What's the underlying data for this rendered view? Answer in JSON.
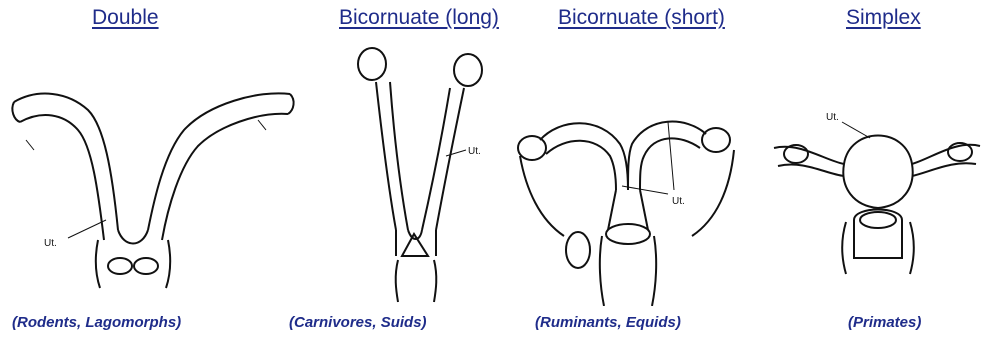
{
  "colors": {
    "heading": "#1f2c8a",
    "ink": "#111111"
  },
  "panels": [
    {
      "title": "Double",
      "caption": "(Rodents, Lagomorphs)",
      "label": "Ut."
    },
    {
      "title": "Bicornuate (long)",
      "caption": "(Carnivores, Suids)",
      "label": "Ut."
    },
    {
      "title": "Bicornuate (short)",
      "caption": "(Ruminants, Equids)",
      "label": "Ut."
    },
    {
      "title": "Simplex",
      "caption": "(Primates)",
      "label": "Ut."
    }
  ]
}
